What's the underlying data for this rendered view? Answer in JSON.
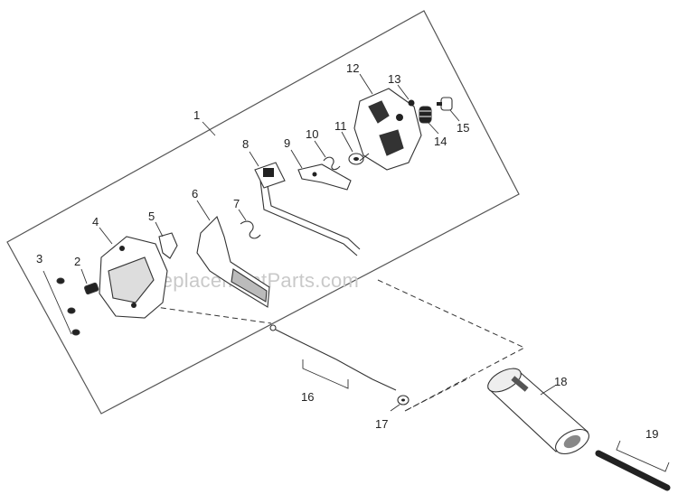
{
  "watermark": "eReplacementParts.com",
  "callouts": {
    "c1": "1",
    "c2": "2",
    "c3": "3",
    "c4": "4",
    "c5": "5",
    "c6": "6",
    "c7": "7",
    "c8": "8",
    "c9": "9",
    "c10": "10",
    "c11": "11",
    "c12": "12",
    "c13": "13",
    "c14": "14",
    "c15": "15",
    "c16": "16",
    "c17": "17",
    "c18": "18",
    "c19": "19"
  },
  "colors": {
    "line": "#333333",
    "watermark": "#c9c9c9",
    "background": "#ffffff"
  },
  "icons": {
    "part1": "assembly-outline-icon",
    "part2": "screw-icon",
    "part3": "screw-set-icon",
    "part4": "housing-cover-icon",
    "part5": "clip-icon",
    "part6": "throttle-trigger-icon",
    "part7": "spring-icon",
    "part8": "switch-lever-icon",
    "part9": "lockout-lever-icon",
    "part10": "small-spring-icon",
    "part11": "bushing-icon",
    "part12": "housing-icon",
    "part13": "ball-icon",
    "part14": "coil-spring-icon",
    "part15": "knob-icon",
    "part16": "throttle-cable-icon",
    "part17": "washer-icon",
    "part18": "handle-tube-icon",
    "part19": "grip-rod-icon"
  }
}
